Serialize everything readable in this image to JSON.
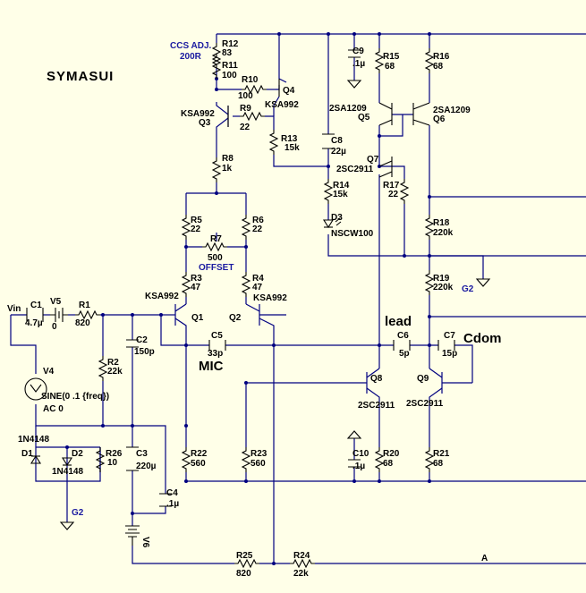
{
  "title": "SYMASUI",
  "annotations": {
    "ccs_adj": "CCS ADJ.",
    "ccs_val": "200R",
    "offset": "OFFSET",
    "mic": "MIC",
    "lead": "lead",
    "cdom": "Cdom",
    "net_a": "A"
  },
  "labels": {
    "R12": "R12",
    "R12v": "83",
    "R11": "R11",
    "R11v": "100",
    "R10": "R10",
    "R10v": "100",
    "Q4": "Q4",
    "Q4t": "KSA992",
    "Q3t": "KSA992",
    "Q3": "Q3",
    "R9": "R9",
    "R9v": "22",
    "R13": "R13",
    "R13v": "15k",
    "R8": "R8",
    "R8v": "1k",
    "R5": "R5",
    "R5v": "22",
    "R6": "R6",
    "R6v": "22",
    "R7": "R7",
    "R7v": "500",
    "R3": "R3",
    "R3v": "47",
    "R4": "R4",
    "R4v": "47",
    "Q1t": "KSA992",
    "Q1": "Q1",
    "Q2": "Q2",
    "Q2t": "KSA992",
    "C9": "C9",
    "C9v": ".1µ",
    "R15": "R15",
    "R15v": "68",
    "R16": "R16",
    "R16v": "68",
    "Q5t": "2SA1209",
    "Q5": "Q5",
    "Q6t": "2SA1209",
    "Q6": "Q6",
    "C8": "C8",
    "C8v": "22µ",
    "Q7": "Q7",
    "Q7t": "2SC2911",
    "R14": "R14",
    "R14v": "15k",
    "R17": "R17",
    "R17v": "22",
    "D3": "D3",
    "D3t": "NSCW100",
    "R18": "R18",
    "R18v": "220k",
    "R19": "R19",
    "R19v": "220k",
    "G2a": "G2",
    "Vin": "Vin",
    "C1": "C1",
    "C1v": "4.7µ",
    "V5": "V5",
    "V5v": "0",
    "R1": "R1",
    "R1v": "820",
    "C2": "C2",
    "C2v": "150p",
    "C5": "C5",
    "C5v": "33p",
    "C6": "C6",
    "C6v": "5p",
    "C7": "C7",
    "C7v": "15p",
    "R2": "R2",
    "R2v": "22k",
    "V4": "V4",
    "V4s": "SINE(0 .1 {freq})",
    "V4ac": "AC 0",
    "Q8": "Q8",
    "Q8t": "2SC2911",
    "Q9": "Q9",
    "Q9t": "2SC2911",
    "D1n": "1N4148",
    "D1": "D1",
    "D2": "D2",
    "D2n": "1N4148",
    "R26": "R26",
    "R26v": "10",
    "C3": "C3",
    "C3v": "220µ",
    "R22": "R22",
    "R22v": "560",
    "R23": "R23",
    "R23v": "560",
    "C10": "C10",
    "C10v": ".1µ",
    "R20": "R20",
    "R20v": "68",
    "R21": "R21",
    "R21v": "68",
    "C4": "C4",
    "C4v": ".1µ",
    "G2b": "G2",
    "V6": "V6",
    "R25": "R25",
    "R25v": "820",
    "R24": "R24",
    "R24v": "22k"
  }
}
